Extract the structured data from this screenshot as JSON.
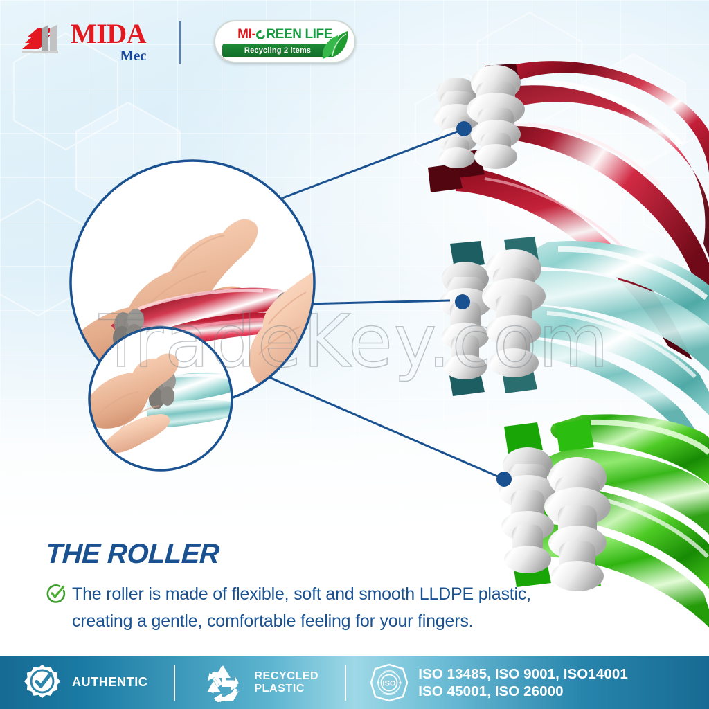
{
  "header": {
    "brand": {
      "logo_icon": "mida-chevron-logo-icon",
      "name": "MIDA",
      "sub": "Mec"
    },
    "eco_badge": {
      "prefix": "MI-",
      "ring_icon": "green-ring-icon",
      "name": "REEN LIFE",
      "band": "Recycling 2 items",
      "leaf_icon": "leaf-icon"
    }
  },
  "callouts": {
    "circle_top": {
      "photo_caption": "hands-stretching-red-finger-massager",
      "dot_label": "roller-detail-red"
    },
    "circle_bottom": {
      "photo_caption": "hand-using-teal-finger-massager",
      "dot_label": "roller-detail-teal"
    },
    "markers": [
      {
        "name": "callout-dot-red",
        "color": "#1a5190"
      },
      {
        "name": "callout-dot-teal",
        "color": "#1a5190"
      },
      {
        "name": "callout-dot-green",
        "color": "#1a5190"
      }
    ],
    "line_color": "#1a5190"
  },
  "products": [
    {
      "name": "red-finger-massager",
      "color": "#9c1024",
      "roller_color": "#e2e2e2"
    },
    {
      "name": "teal-finger-massager",
      "color": "#8fd4d2",
      "roller_color": "#dcdcdc"
    },
    {
      "name": "green-finger-massager",
      "color": "#3fbb21",
      "roller_color": "#dcdcdc"
    }
  ],
  "watermark": {
    "text": "TradeKey.com"
  },
  "content": {
    "headline": "THE ROLLER",
    "check_icon": "green-check-circle-icon",
    "body_line1": "The roller is made of flexible, soft and smooth LLDPE plastic,",
    "body_line2": "creating a gentle, comfortable feeling for your fingers.",
    "text_color": "#1a5190"
  },
  "footer": {
    "items": [
      {
        "icon": "authentic-seal-icon",
        "label": "AUTHENTIC"
      },
      {
        "icon": "recycle-arrows-icon",
        "label_line1": "RECYCLED",
        "label_line2": "PLASTIC"
      },
      {
        "icon": "iso-seal-icon",
        "label_line1": "ISO 13485, ISO 9001, ISO14001",
        "label_line2": "ISO 45001, ISO 26000"
      }
    ]
  }
}
